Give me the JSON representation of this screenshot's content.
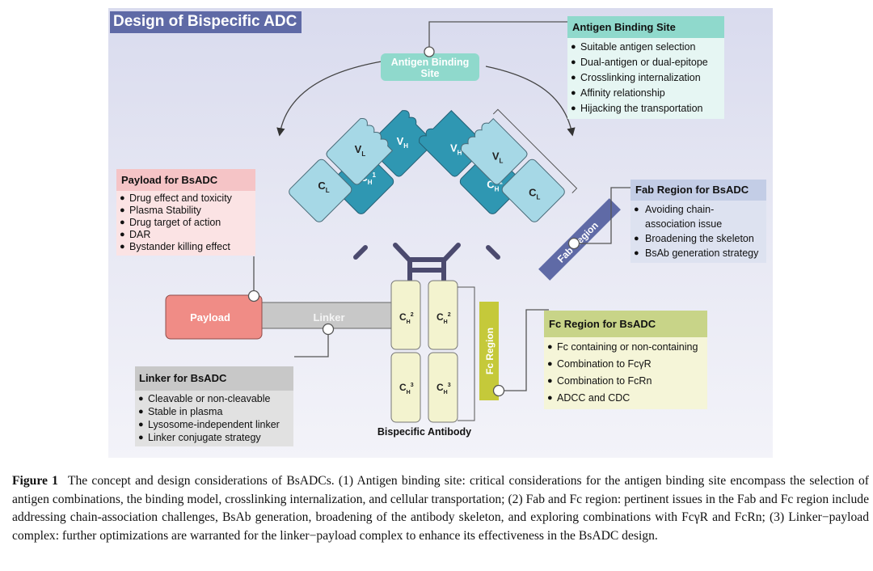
{
  "figure": {
    "title": "Design of Bispecific ADC",
    "labels": {
      "antigen_binding_site_line1": "Antigen Binding",
      "antigen_binding_site_line2": "Site",
      "payload": "Payload",
      "linker": "Linker",
      "fab_region": "Fab Region",
      "fc_region": "Fc Region",
      "bispecific_antibody": "Bispecific Antibody"
    },
    "domains": {
      "VH": {
        "main": "V",
        "sub": "H",
        "sup": ""
      },
      "VL": {
        "main": "V",
        "sub": "L",
        "sup": ""
      },
      "CH1": {
        "main": "C",
        "sub": "H",
        "sup": "1"
      },
      "CL": {
        "main": "C",
        "sub": "L",
        "sup": ""
      },
      "CH2": {
        "main": "C",
        "sub": "H",
        "sup": "2"
      },
      "CH3": {
        "main": "C",
        "sub": "H",
        "sup": "3"
      }
    },
    "boxes": {
      "antigen": {
        "title": "Antigen Binding Site",
        "items": [
          "Suitable antigen selection",
          "Dual-antigen or dual-epitope",
          "Crosslinking internalization",
          "Affinity relationship",
          "Hijacking the transportation"
        ]
      },
      "payload": {
        "title": "Payload for BsADC",
        "items": [
          "Drug effect and toxicity",
          "Plasma Stability",
          "Drug target of action",
          "DAR",
          "Bystander killing effect"
        ]
      },
      "fab": {
        "title": "Fab Region for BsADC",
        "items": [
          "Avoiding chain-association issue",
          "Broadening the skeleton",
          "BsAb generation strategy"
        ]
      },
      "linker": {
        "title": "Linker for BsADC",
        "items": [
          "Cleavable or non-cleavable",
          "Stable in plasma",
          "Lysosome-independent linker",
          "Linker conjugate strategy"
        ]
      },
      "fc": {
        "title": "Fc Region for BsADC",
        "items": [
          "Fc containing or non-containing",
          "Combination to FcγR",
          "Combination to FcRn",
          "ADCC and CDC"
        ]
      }
    },
    "colors": {
      "title_bg": "#5f6aa6",
      "antigen": "#8fd9cc",
      "heavy_chain": "#2f97b2",
      "light_chain": "#a6d8e6",
      "hinge": "#4b4a6e",
      "fc_domain": "#f3f3cf",
      "payload": "#f08c86",
      "linker": "#c8c8c8",
      "fab_bar": "#5f6aa6",
      "fc_bar": "#c5c93a"
    }
  },
  "caption": {
    "label": "Figure 1",
    "text": "The concept and design considerations of BsADCs. (1) Antigen binding site: critical considerations for the antigen binding site encompass the selection of antigen combinations, the binding model, crosslinking internalization, and cellular transportation; (2) Fab and Fc region: pertinent issues in the Fab and Fc region include addressing chain-association challenges, BsAb generation, broadening of the antibody skeleton, and exploring combinations with FcγR and FcRn; (3) Linker−payload complex: further optimizations are warranted for the linker−payload complex to enhance its effectiveness in the BsADC design."
  }
}
